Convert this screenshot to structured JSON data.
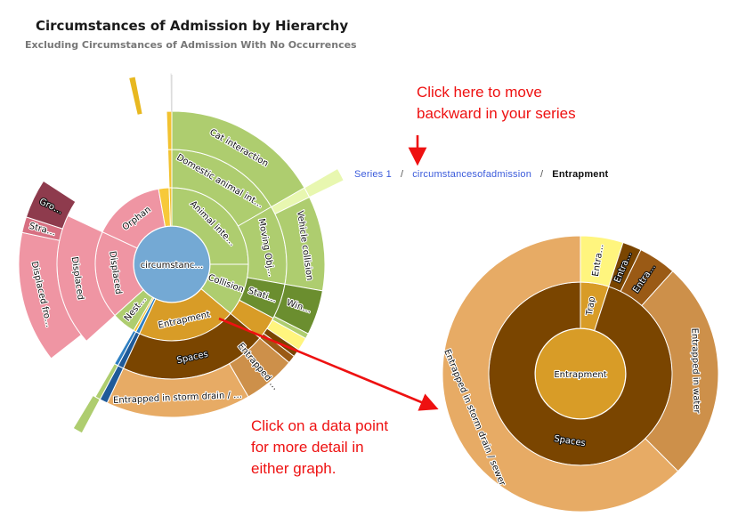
{
  "header": {
    "title": "Circumstances of Admission by Hierarchy",
    "subtitle": "Excluding Circumstances of Admission With No Occurrences"
  },
  "annotations": {
    "back_hint": [
      "Click here to move",
      "backward in your series"
    ],
    "detail_hint": [
      "Click on a data point",
      "for more detail in",
      "either graph."
    ],
    "color": "#ee1111"
  },
  "breadcrumb": {
    "items": [
      {
        "label": "Series 1",
        "link": true
      },
      {
        "label": "circumstancesofadmission",
        "link": true
      },
      {
        "label": "Entrapment",
        "link": false
      }
    ],
    "separator": "/"
  },
  "chart_data": [
    {
      "type": "sunburst",
      "name": "overview",
      "root": {
        "label": "circumstanc…",
        "full_label": "circumstancesofadmission",
        "color": "#74a9d4"
      },
      "rings": [
        [
          {
            "label": "Animal inte…",
            "start": 0,
            "end": 90,
            "color": "#aecd6f"
          },
          {
            "label": "Collision",
            "start": 90,
            "end": 130,
            "color": "#aecd6f"
          },
          {
            "label": "Entrapment",
            "start": 130,
            "end": 205,
            "color": "#d89c27"
          },
          {
            "label": "",
            "start": 205,
            "end": 208,
            "color": "#2e7fc2"
          },
          {
            "label": "",
            "start": 208,
            "end": 210,
            "color": "#f2c230"
          },
          {
            "label": "Nest…",
            "start": 210,
            "end": 228,
            "color": "#aecd6f"
          },
          {
            "label": "Displaced",
            "start": 228,
            "end": 295,
            "color": "#ef95a3"
          },
          {
            "label": "Orphan",
            "start": 295,
            "end": 350,
            "color": "#ef95a3"
          },
          {
            "label": "",
            "start": 350,
            "end": 358,
            "color": "#f7c93a"
          },
          {
            "label": "",
            "start": 358,
            "end": 360,
            "color": "#f2c230"
          }
        ],
        [
          {
            "label": "Domestic animal int…",
            "start": 0,
            "end": 60,
            "color": "#aecd6f"
          },
          {
            "label": "Moving Obj…",
            "start": 60,
            "end": 100,
            "color": "#aecd6f"
          },
          {
            "label": "Stati…",
            "start": 100,
            "end": 118,
            "color": "#6b8e2f"
          },
          {
            "label": "",
            "start": 118,
            "end": 130,
            "color": "#d89c27"
          },
          {
            "label": "Spaces",
            "start": 130,
            "end": 205,
            "color": "#7a4500"
          },
          {
            "label": "",
            "start": 205,
            "end": 208,
            "color": "#1f5a99"
          },
          {
            "label": "",
            "start": 208,
            "end": 210,
            "color": "#2e7fc2"
          },
          {
            "label": "Displaced",
            "start": 228,
            "end": 295,
            "color": "#ef95a3"
          },
          {
            "label": "",
            "start": 358,
            "end": 360,
            "color": "#f2c230"
          }
        ],
        [
          {
            "label": "Cat interaction",
            "start": 0,
            "end": 60,
            "color": "#aecd6f"
          },
          {
            "label": "",
            "start": 60,
            "end": 64,
            "color": "#e8f7b0"
          },
          {
            "label": "Vehicle collision",
            "start": 64,
            "end": 100,
            "color": "#aecd6f"
          },
          {
            "label": "Win…",
            "start": 100,
            "end": 117,
            "color": "#6b8e2f"
          },
          {
            "label": "",
            "start": 117,
            "end": 119,
            "color": "#aecd6f"
          },
          {
            "label": "",
            "start": 119,
            "end": 124,
            "color": "#fff57e"
          },
          {
            "label": "",
            "start": 124,
            "end": 127,
            "color": "#7a4500"
          },
          {
            "label": "",
            "start": 127,
            "end": 130,
            "color": "#9a5a15"
          },
          {
            "label": "Entrapped …",
            "start": 130,
            "end": 150,
            "color": "#cd904a"
          },
          {
            "label": "Entrapped in storm drain / …",
            "start": 150,
            "end": 205,
            "color": "#e7ab65"
          },
          {
            "label": "",
            "start": 205,
            "end": 208,
            "color": "#1f5a99"
          },
          {
            "label": "",
            "start": 208,
            "end": 210,
            "color": "#aecd6f"
          },
          {
            "label": "Displaced fro…",
            "start": 232,
            "end": 282,
            "color": "#ef95a3"
          },
          {
            "label": "Stra…",
            "start": 282,
            "end": 288,
            "color": "#d77082"
          },
          {
            "label": "Gro…",
            "start": 288,
            "end": 303,
            "color": "#8e3b4d"
          },
          {
            "label": "",
            "start": 358,
            "end": 360,
            "color": "#f2c230"
          }
        ],
        [
          {
            "label": "",
            "start": 60,
            "end": 64,
            "color": "#e8f7b0"
          },
          {
            "label": "",
            "start": 208,
            "end": 211,
            "color": "#aecd6f"
          },
          {
            "label": "",
            "start": 347,
            "end": 349,
            "color": "#e8b820"
          },
          {
            "label": "",
            "start": 359.5,
            "end": 360,
            "color": "#dddddd"
          }
        ]
      ]
    },
    {
      "type": "sunburst",
      "name": "detail",
      "root": {
        "label": "Entrapment",
        "color": "#d89c27"
      },
      "rings": [
        [
          {
            "label": "Trap",
            "start": 0,
            "end": 18,
            "color": "#d89c27"
          },
          {
            "label": "Spaces",
            "start": 18,
            "end": 360,
            "color": "#7a4500"
          }
        ],
        [
          {
            "label": "Entra…",
            "start": 0,
            "end": 18,
            "color": "#fff57e"
          },
          {
            "label": "Entra…",
            "start": 18,
            "end": 26,
            "color": "#7a4500"
          },
          {
            "label": "Entra…",
            "start": 26,
            "end": 42,
            "color": "#9a5a15"
          },
          {
            "label": "Entrapped in water",
            "start": 42,
            "end": 135,
            "color": "#cd904a"
          },
          {
            "label": "Entrapped in storm drain / sewer",
            "start": 135,
            "end": 360,
            "color": "#e7ab65"
          }
        ]
      ]
    }
  ]
}
